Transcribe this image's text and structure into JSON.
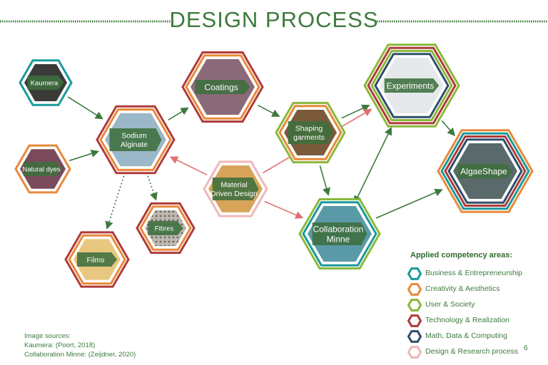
{
  "title": "DESIGN PROCESS",
  "colors": {
    "green_text": "#3d7a3d",
    "business": "#1a9a9a",
    "creativity": "#e8893a",
    "user": "#8ab83a",
    "technology": "#b03a3a",
    "math": "#2f4f6b",
    "design_research": "#efb8b8",
    "label_bg": "#3d6e3d"
  },
  "nodes": [
    {
      "id": "kaumera",
      "label_lines": [
        "Kaumera"
      ],
      "rings": [
        "business"
      ]
    },
    {
      "id": "natural-dyes",
      "label_lines": [
        "Natural dyes"
      ],
      "rings": [
        "creativity"
      ]
    },
    {
      "id": "sodium-alginate",
      "label_lines": [
        "Sodium",
        "Alginate"
      ],
      "rings": [
        "technology",
        "creativity"
      ]
    },
    {
      "id": "coatings",
      "label_lines": [
        "Coatings"
      ],
      "rings": [
        "technology",
        "creativity"
      ]
    },
    {
      "id": "shaping-garments",
      "label_lines": [
        "Shaping",
        "garments"
      ],
      "rings": [
        "user",
        "creativity"
      ]
    },
    {
      "id": "experiments",
      "label_lines": [
        "Experiments"
      ],
      "rings": [
        "user",
        "technology",
        "user",
        "math"
      ]
    },
    {
      "id": "algaeshape",
      "label_lines": [
        "AlgaeShape"
      ],
      "rings": [
        "creativity",
        "business",
        "technology",
        "math"
      ]
    },
    {
      "id": "material-driven-design",
      "label_lines": [
        "Material",
        "Driven Design"
      ],
      "rings": [
        "design_research"
      ]
    },
    {
      "id": "collaboration-minne",
      "label_lines": [
        "Collaboration",
        "Minne"
      ],
      "rings": [
        "user",
        "business"
      ]
    },
    {
      "id": "fibres",
      "label_lines": [
        "Fibres"
      ],
      "rings": [
        "technology",
        "creativity"
      ]
    },
    {
      "id": "films",
      "label_lines": [
        "Films"
      ],
      "rings": [
        "technology",
        "creativity"
      ]
    }
  ],
  "edges": [
    {
      "from": "kaumera",
      "to": "sodium-alginate",
      "style": "solid-green"
    },
    {
      "from": "natural-dyes",
      "to": "sodium-alginate",
      "style": "solid-green"
    },
    {
      "from": "sodium-alginate",
      "to": "coatings",
      "style": "solid-green"
    },
    {
      "from": "coatings",
      "to": "shaping-garments",
      "style": "solid-green"
    },
    {
      "from": "shaping-garments",
      "to": "experiments",
      "style": "solid-green"
    },
    {
      "from": "shaping-garments",
      "to": "collaboration-minne",
      "style": "solid-green"
    },
    {
      "from": "experiments",
      "to": "algaeshape",
      "style": "solid-green"
    },
    {
      "from": "collaboration-minne",
      "to": "algaeshape",
      "style": "solid-green"
    },
    {
      "from": "collaboration-minne",
      "to": "experiments",
      "style": "double-green"
    },
    {
      "from": "material-driven-design",
      "to": "sodium-alginate",
      "style": "solid-pink"
    },
    {
      "from": "material-driven-design",
      "to": "experiments",
      "style": "solid-pink"
    },
    {
      "from": "material-driven-design",
      "to": "collaboration-minne",
      "style": "solid-pink"
    },
    {
      "from": "sodium-alginate",
      "to": "fibres",
      "style": "dotted-green"
    },
    {
      "from": "sodium-alginate",
      "to": "films",
      "style": "dotted-green"
    }
  ],
  "legend": {
    "title": "Applied competency areas:",
    "items": [
      {
        "label": "Business & Entrepreneurship",
        "color_key": "business"
      },
      {
        "label": "Creativity & Aesthetics",
        "color_key": "creativity"
      },
      {
        "label": "User & Society",
        "color_key": "user"
      },
      {
        "label": "Technology & Realization",
        "color_key": "technology"
      },
      {
        "label": "Math, Data & Computing",
        "color_key": "math"
      },
      {
        "label": "Design & Research process",
        "color_key": "design_research"
      }
    ]
  },
  "sources": {
    "heading": "Image sources:",
    "lines": [
      "Kaumera: (Poort, 2018)",
      "Collaboration Minne: (Zeijdner, 2020)"
    ]
  },
  "page_number": "6"
}
